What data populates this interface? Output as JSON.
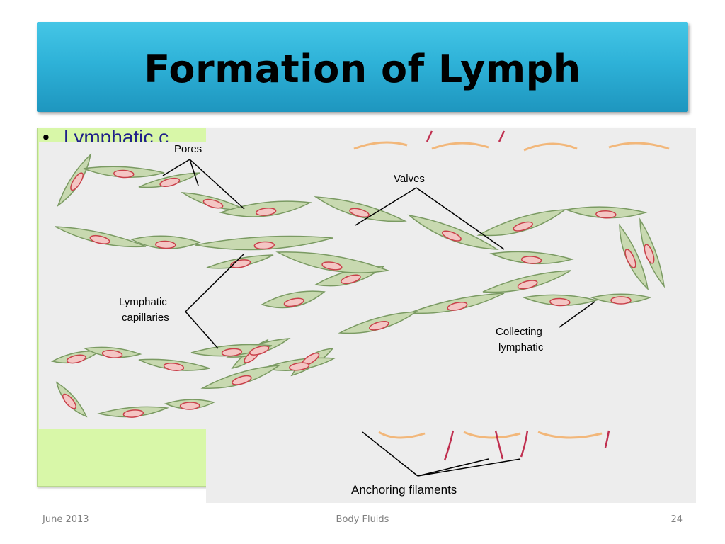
{
  "slide": {
    "title": "Formation of Lymph",
    "bullet": "Lymphatic c"
  },
  "diagram": {
    "labels": {
      "pores": "Pores",
      "valves": "Valves",
      "lymphatic_capillaries_line1": "Lymphatic",
      "lymphatic_capillaries_line2": "capillaries",
      "collecting_line1": "Collecting",
      "collecting_line2": "lymphatic",
      "anchoring": "Anchoring filaments"
    }
  },
  "footer": {
    "date": "June 2013",
    "topic": "Body Fluids",
    "page": "24"
  },
  "colors": {
    "title_bar": "#2eb2d8",
    "content_bg": "#d8f7a8",
    "cell_fill": "#c8d9b0",
    "cell_stroke": "#7a9a62",
    "nucleus_fill": "#f4c6c4",
    "nucleus_stroke": "#c9404a"
  }
}
